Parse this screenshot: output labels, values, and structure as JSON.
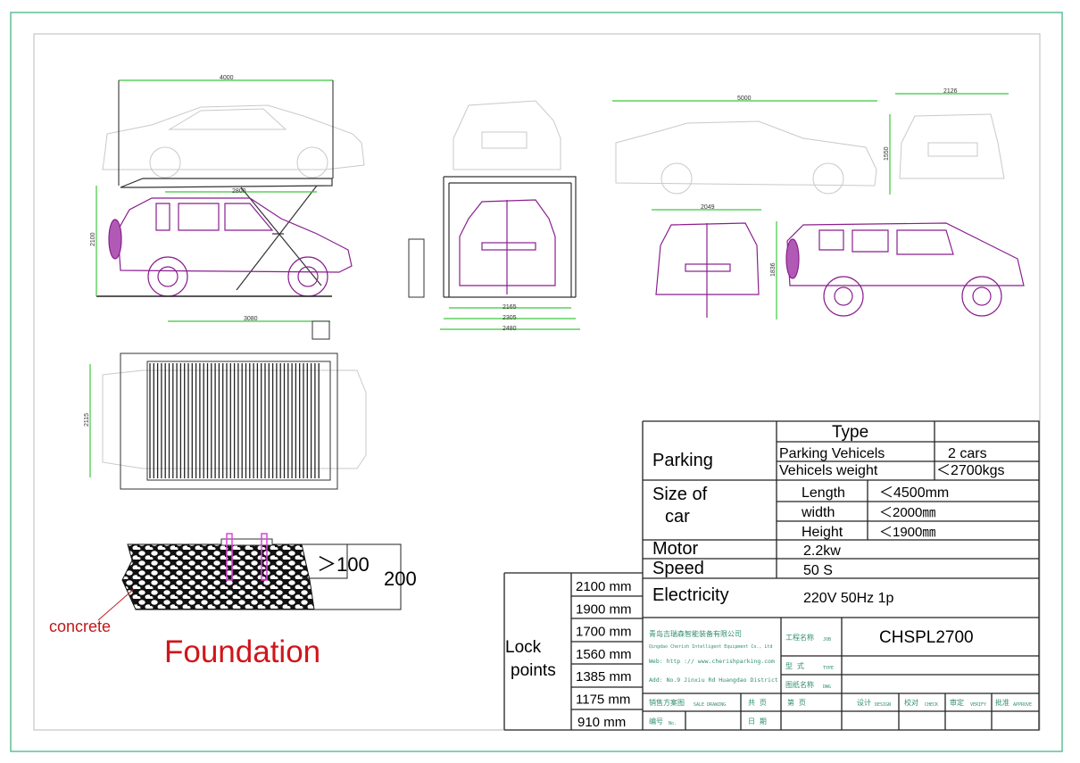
{
  "colors": {
    "frame": "#5fbf95",
    "dimension": "#3cc83c",
    "suv": "#8a1f8f",
    "foundation_text": "#d0151b",
    "company_text": "#2f8f6f"
  },
  "dimensions": {
    "side_length": "4000",
    "platform_length": "2800",
    "height": "2100",
    "base_length": "3080",
    "inner_width": "2165",
    "mid_width": "2305",
    "outer_width": "2480",
    "sedan_length": "5000",
    "sedan_width": "2126",
    "sedan_height": "1550",
    "suv_width": "2049",
    "suv_height": "1836",
    "plan_width": "2115"
  },
  "foundation": {
    "depth_min": "＞100",
    "thickness": "200",
    "material_label": "concrete",
    "title": "Foundation"
  },
  "spec_table": {
    "type_header": "Type",
    "parking_label": "Parking",
    "parking_vehicles_label": "Parking Vehicels",
    "parking_vehicles_value": "2 cars",
    "vehicles_weight_label": "Vehicels weight",
    "vehicles_weight_value": "＜2700kgs",
    "size_label_1": "Size  of",
    "size_label_2": "car",
    "length_label": "Length",
    "length_value": "＜4500mm",
    "width_label": "width",
    "width_value": "＜2000㎜",
    "height_label": "Height",
    "height_value": "＜1900㎜",
    "motor_label": "Motor",
    "motor_value": "2.2kw",
    "speed_label": "Speed",
    "speed_value": "50 S",
    "electricity_label": "Electricity",
    "electricity_value": "220V  50Hz  1p"
  },
  "lock_points": {
    "label_1": "Lock",
    "label_2": "points",
    "values": [
      "2100 mm",
      "1900 mm",
      "1700 mm",
      "1560 mm",
      "1385 mm",
      "1175 mm",
      "910 mm"
    ]
  },
  "title_block": {
    "company_cn": "青岛吉瑞森智能装备有限公司",
    "company_en": "Qingdao Cherish Intelligent Equipment Co., Ltd",
    "web": "Web: http :// www.cherishparking.com",
    "address": "Add: No.9 Jinxiu Rd Huangdao District",
    "job_cn": "工程名称",
    "job_en": "JOB",
    "job_value": "CHSPL2700",
    "type_cn": "型   式",
    "type_en": "TYPE",
    "dwg_cn": "图纸名称",
    "dwg_en": "DWG",
    "sale_cn": "销售方案图",
    "sale_en": "SALE DRAWING",
    "total_pages": "共    页",
    "page": "第          页",
    "design_cn": "设计",
    "design_en": "DESIGN",
    "check_cn": "校对",
    "check_en": "CHECK",
    "verify_cn": "审定",
    "verify_en": "VERIFY",
    "approve_cn": "批准",
    "approve_en": "APPROVE",
    "no_cn": "编号",
    "no_en": "No.",
    "date": "日    期"
  }
}
